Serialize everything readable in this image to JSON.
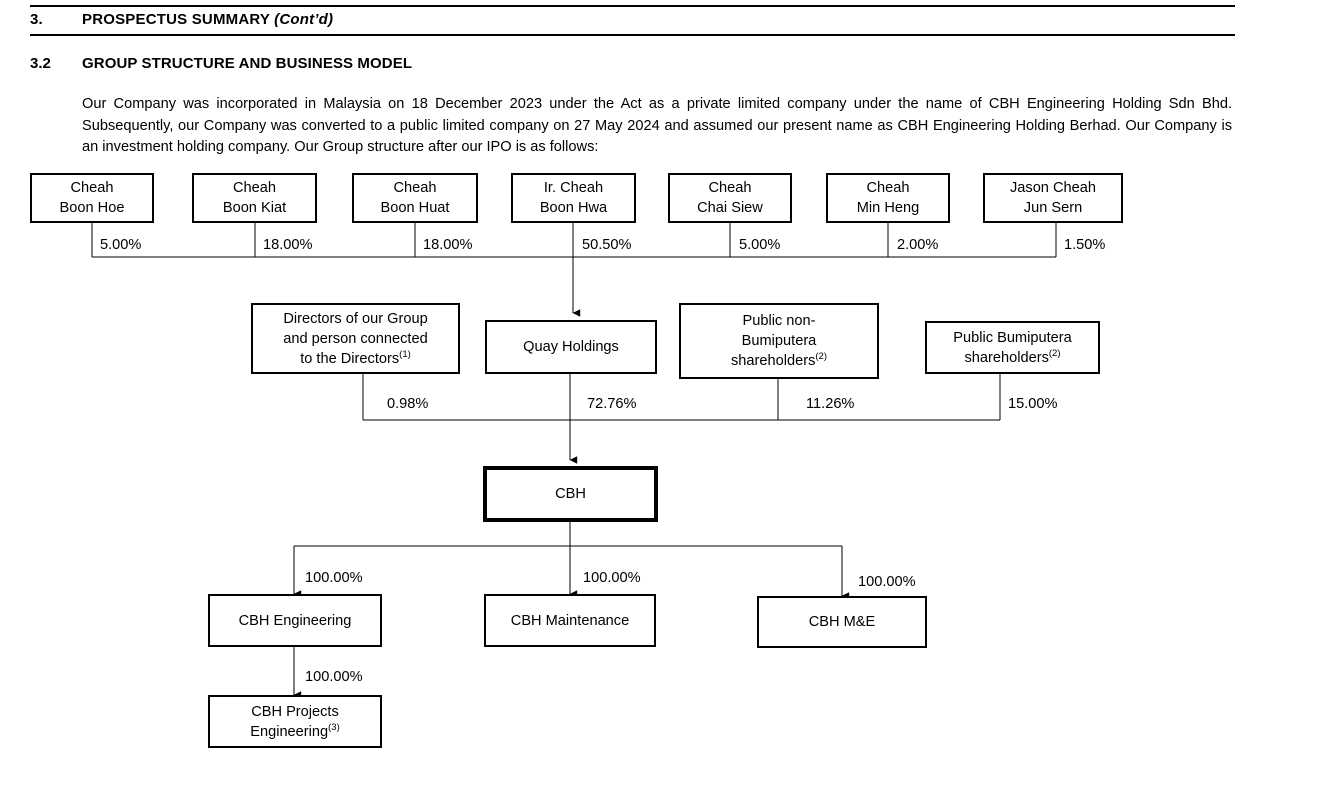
{
  "header": {
    "number": "3.",
    "title": "PROSPECTUS SUMMARY",
    "continued": "(Cont’d)"
  },
  "section": {
    "number": "3.2",
    "title": "GROUP STRUCTURE AND BUSINESS MODEL",
    "paragraph": "Our Company was incorporated in Malaysia on 18 December 2023 under the Act as a private limited company under the name of CBH Engineering Holding Sdn Bhd. Subsequently, our Company was converted to a public limited company on 27 May 2024 and assumed our present name as CBH Engineering Holding Berhad. Our Company is an investment holding company. Our Group structure after our IPO is as follows:"
  },
  "chart_data": {
    "type": "diagram",
    "title": "Group structure after IPO",
    "levels": [
      {
        "name": "ultimate-shareholders",
        "nodes": [
          {
            "id": "cheah-boon-hoe",
            "label": "Cheah\nBoon Hoe",
            "pct": "5.00%"
          },
          {
            "id": "cheah-boon-kiat",
            "label": "Cheah\nBoon Kiat",
            "pct": "18.00%"
          },
          {
            "id": "cheah-boon-huat",
            "label": "Cheah\nBoon Huat",
            "pct": "18.00%"
          },
          {
            "id": "ir-cheah-boon-hwa",
            "label": "Ir. Cheah\nBoon Hwa",
            "pct": "50.50%"
          },
          {
            "id": "cheah-chai-siew",
            "label": "Cheah\nChai Siew",
            "pct": "5.00%"
          },
          {
            "id": "cheah-min-heng",
            "label": "Cheah\nMin Heng",
            "pct": "2.00%"
          },
          {
            "id": "jason-cheah-jun-sern",
            "label": "Jason Cheah\nJun Sern",
            "pct": "1.50%"
          }
        ]
      },
      {
        "name": "direct-shareholders",
        "nodes": [
          {
            "id": "directors-and-connected",
            "label": "Directors of our Group and person connected to the Directors",
            "note": "(1)",
            "pct": "0.98%"
          },
          {
            "id": "quay-holdings",
            "label": "Quay Holdings",
            "note": "",
            "pct": "72.76%"
          },
          {
            "id": "public-non-bumiputera",
            "label": "Public non-Bumiputera shareholders",
            "note": "(2)",
            "pct": "11.26%"
          },
          {
            "id": "public-bumiputera",
            "label": "Public Bumiputera shareholders",
            "note": "(2)",
            "pct": "15.00%"
          }
        ]
      },
      {
        "name": "listco",
        "nodes": [
          {
            "id": "cbh",
            "label": "CBH"
          }
        ]
      },
      {
        "name": "subsidiaries",
        "nodes": [
          {
            "id": "cbh-engineering",
            "label": "CBH Engineering",
            "pct": "100.00%"
          },
          {
            "id": "cbh-maintenance",
            "label": "CBH Maintenance",
            "pct": "100.00%"
          },
          {
            "id": "cbh-me",
            "label": "CBH M&E",
            "pct": "100.00%"
          }
        ]
      },
      {
        "name": "sub-subsidiaries",
        "nodes": [
          {
            "id": "cbh-projects-engineering",
            "label": "CBH Projects Engineering",
            "note": "(3)",
            "pct": "100.00%"
          }
        ]
      }
    ]
  },
  "nodes": {
    "boon_hoe_l1": "Cheah",
    "boon_hoe_l2": "Boon Hoe",
    "boon_kiat_l1": "Cheah",
    "boon_kiat_l2": "Boon Kiat",
    "boon_huat_l1": "Cheah",
    "boon_huat_l2": "Boon Huat",
    "boon_hwa_l1": "Ir. Cheah",
    "boon_hwa_l2": "Boon Hwa",
    "chai_siew_l1": "Cheah",
    "chai_siew_l2": "Chai Siew",
    "min_heng_l1": "Cheah",
    "min_heng_l2": "Min Heng",
    "jun_sern_l1": "Jason Cheah",
    "jun_sern_l2": "Jun Sern",
    "directors_l1": "Directors of our Group",
    "directors_l2": "and person connected",
    "directors_l3": "to the Directors",
    "directors_note": "(1)",
    "quay": "Quay Holdings",
    "pnb_l1": "Public non-",
    "pnb_l2": "Bumiputera",
    "pnb_l3": "shareholders",
    "pnb_note": "(2)",
    "pb_l1": "Public Bumiputera",
    "pb_l2": "shareholders",
    "pb_note": "(2)",
    "cbh": "CBH",
    "cbh_engineering": "CBH Engineering",
    "cbh_maintenance": "CBH Maintenance",
    "cbh_me": "CBH M&E",
    "cbh_projects_l1": "CBH Projects",
    "cbh_projects_l2": "Engineering",
    "cbh_projects_note": "(3)"
  },
  "percentages": {
    "boon_hoe": "5.00%",
    "boon_kiat": "18.00%",
    "boon_huat": "18.00%",
    "boon_hwa": "50.50%",
    "chai_siew": "5.00%",
    "min_heng": "2.00%",
    "jun_sern": "1.50%",
    "directors": "0.98%",
    "quay": "72.76%",
    "public_non_bumi": "11.26%",
    "public_bumi": "15.00%",
    "cbh_engineering": "100.00%",
    "cbh_maintenance": "100.00%",
    "cbh_me": "100.00%",
    "cbh_projects": "100.00%"
  }
}
